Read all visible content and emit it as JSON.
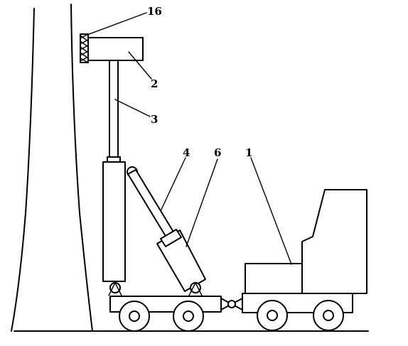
{
  "diagram": {
    "labels": {
      "sixteen": "16",
      "two": "2",
      "three": "3",
      "four": "4",
      "six": "6",
      "one": "1"
    }
  }
}
